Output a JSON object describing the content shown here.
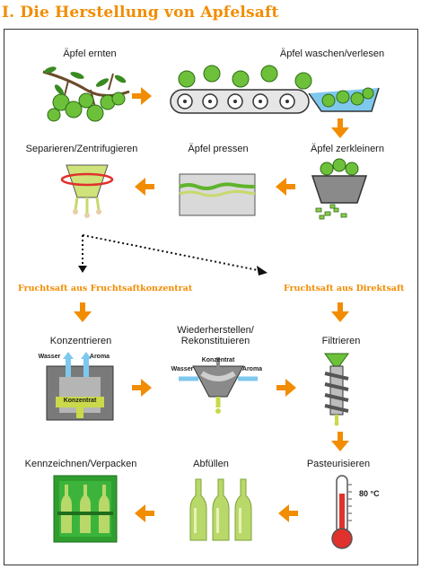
{
  "title": "I. Die Herstellung von Apfelsaft",
  "steps": {
    "ernten": "Äpfel ernten",
    "waschen": "Äpfel waschen/verlesen",
    "zerkleinern": "Äpfel zerkleinern",
    "pressen": "Äpfel pressen",
    "separieren": "Separieren/Zentrifugieren",
    "konzentrieren": "Konzentrieren",
    "wiederherstellen_line1": "Wiederherstellen/",
    "wiederherstellen_line2": "Rekonstituieren",
    "filtrieren": "Filtrieren",
    "pasteurisieren": "Pasteurisieren",
    "abfuellen": "Abfüllen",
    "kennzeichnen": "Kennzeichnen/Verpacken"
  },
  "branches": {
    "konzentrat": "Fruchtsaft aus Fruchtsaftkonzentrat",
    "direktsaft": "Fruchtsaft aus Direktsaft"
  },
  "icon_text": {
    "wasser": "Wasser",
    "aroma": "Aroma",
    "konzentrat": "Konzentrat",
    "temperature": "80 °C"
  },
  "colors": {
    "accent": "#f28c00",
    "apple_green": "#5fb42b",
    "juice_yellow": "#d6e85a"
  }
}
